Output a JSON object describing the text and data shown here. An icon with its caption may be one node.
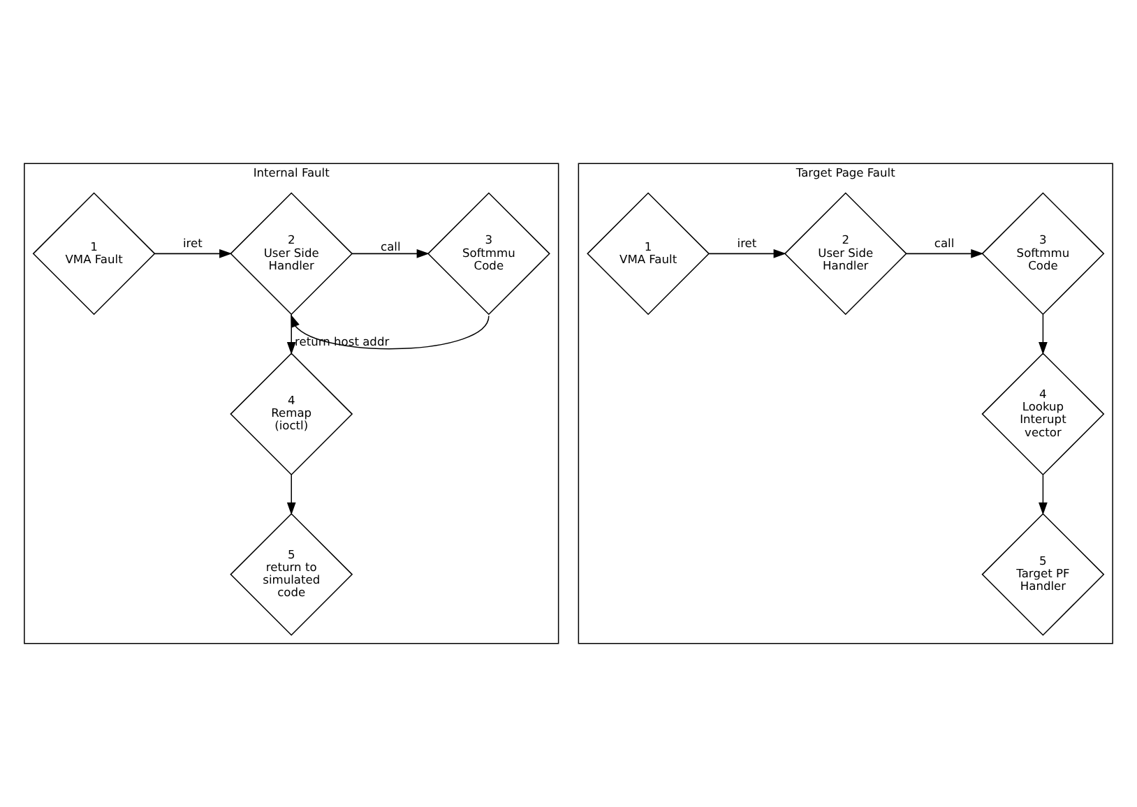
{
  "diagram": {
    "nodes": [
      {
        "text": [
          "Internal Fault"
        ]
      },
      {
        "text": [
          "1",
          "VMA Fault"
        ],
        "in": 0
      },
      {
        "text": [
          "2",
          "User Side Handler"
        ],
        "in": 0
      },
      {
        "text": [
          "3",
          "Softmmu Code"
        ],
        "in": 0
      },
      {
        "text": [
          "4",
          "Remap (ioctl)"
        ],
        "in": 0
      },
      {
        "text": [
          "5",
          "return to simulated code"
        ],
        "in": 0
      },
      {
        "text": [
          "Target Page Fault"
        ]
      },
      {
        "text": [
          "1",
          "VMA Fault"
        ],
        "in": 6
      },
      {
        "text": [
          "2",
          "User Side Handler"
        ],
        "in": 6
      },
      {
        "text": [
          "3",
          "Softmmu Code"
        ],
        "in": 6
      },
      {
        "text": [
          "4",
          "Lookup Interupt vector"
        ],
        "in": 6
      },
      {
        "text": [
          "5",
          "Target PF Handler"
        ],
        "in": 6
      }
    ],
    "edges": [
      {
        "from": 1,
        "to": 2,
        "arrow": "to",
        "label": "iret"
      },
      {
        "from": 2,
        "to": 3,
        "arrow": "to",
        "label": "call"
      },
      {
        "from": 3,
        "to": 2,
        "arrow": "to",
        "label": "return host addr"
      },
      {
        "from": 2,
        "to": 4,
        "arrow": "to"
      },
      {
        "from": 4,
        "to": 5,
        "arrow": "to"
      },
      {
        "from": 7,
        "to": 8,
        "arrow": "to",
        "label": "iret"
      },
      {
        "from": 8,
        "to": 9,
        "arrow": "to",
        "label": "call"
      },
      {
        "from": 9,
        "to": 10,
        "arrow": "to"
      },
      {
        "from": 10,
        "to": 11,
        "arrow": "to"
      }
    ]
  }
}
